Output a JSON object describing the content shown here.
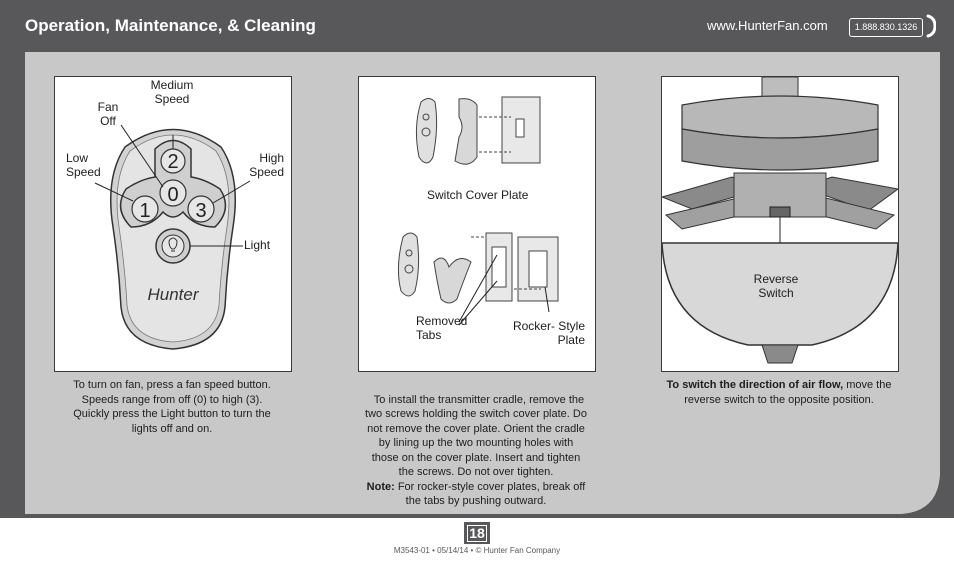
{
  "header": {
    "title": "Operation, Maintenance, & Cleaning",
    "url": "www.HunterFan.com",
    "phone": "1.888.830.1326"
  },
  "panel1": {
    "labels": {
      "medium": "Medium\nSpeed",
      "fan_off": "Fan\nOff",
      "low": "Low\nSpeed",
      "high": "High\nSpeed",
      "light": "Light"
    },
    "buttons": [
      "2",
      "0",
      "1",
      "3"
    ],
    "logo": "Hunter",
    "caption": "To turn on fan, press a fan speed button.\nSpeeds range from off (0) to high (3).\nQuickly press the Light button to turn the\nlights off and on."
  },
  "panel2": {
    "labels": {
      "switch_cover": "Switch Cover Plate",
      "removed_tabs": "Removed\nTabs",
      "rocker": "Rocker- Style\nPlate"
    },
    "caption": "To install the transmitter cradle, remove the\ntwo screws holding the switch cover plate. Do\nnot remove the cover plate. Orient the cradle\nby lining up the two mounting holes with\nthose on the cover plate. Insert and tighten\nthe screws. Do not over tighten.",
    "note_label": "Note:",
    "note_text": " For rocker-style cover plates, break off\nthe tabs by pushing outward."
  },
  "panel3": {
    "labels": {
      "reverse": "Reverse\nSwitch"
    },
    "caption_bold": "To switch the direction of air flow,",
    "caption_text": " move the\nreverse switch to the opposite position."
  },
  "page_number": "18",
  "footer": "M3543-01 • 05/14/14 • © Hunter Fan Company",
  "colors": {
    "band": "#58585a",
    "panel_bg": "#c8c8c8"
  }
}
